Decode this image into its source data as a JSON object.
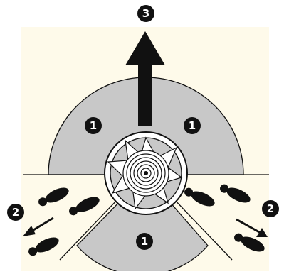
{
  "colors": {
    "background": "#fefaea",
    "zone_fill": "#c8c8c8",
    "ink": "#111111",
    "mat": "#ffffff",
    "white": "#ffffff"
  },
  "zone_markers": [
    {
      "id": "upper-left",
      "label": "1"
    },
    {
      "id": "upper-right",
      "label": "1"
    },
    {
      "id": "lower",
      "label": "1"
    }
  ],
  "side_markers": [
    {
      "id": "left",
      "label": "2"
    },
    {
      "id": "right",
      "label": "2"
    }
  ],
  "arrow_marker": {
    "label": "3"
  },
  "icons": {
    "central_mat": "target-mat-icon",
    "arrow": "up-arrow-icon",
    "footprints": "footprint-icon"
  }
}
